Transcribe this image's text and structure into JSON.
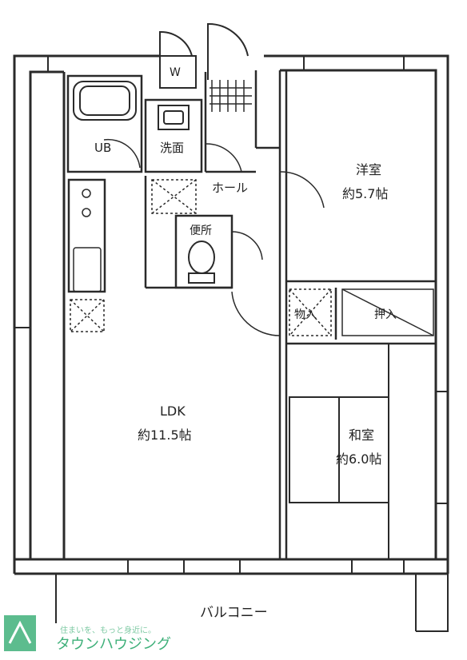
{
  "rooms": {
    "western": {
      "name": "洋室",
      "size": "約5.7帖"
    },
    "ldk": {
      "name": "LDK",
      "size": "約11.5帖"
    },
    "japanese": {
      "name": "和室",
      "size": "約6.0帖"
    },
    "hall": "ホール",
    "bath": "UB",
    "washroom": "洗面",
    "toilet": "便所",
    "closet": "物入",
    "oshiire": "押入",
    "balcony": "バルコニー",
    "laundry_pan": "W"
  },
  "brand": {
    "tagline": "住まいを、もっと身近に。",
    "name": "タウンハウジング"
  },
  "colors": {
    "wall": "#2a2a2a",
    "line": "#333333",
    "brand": "#3fb07a"
  }
}
